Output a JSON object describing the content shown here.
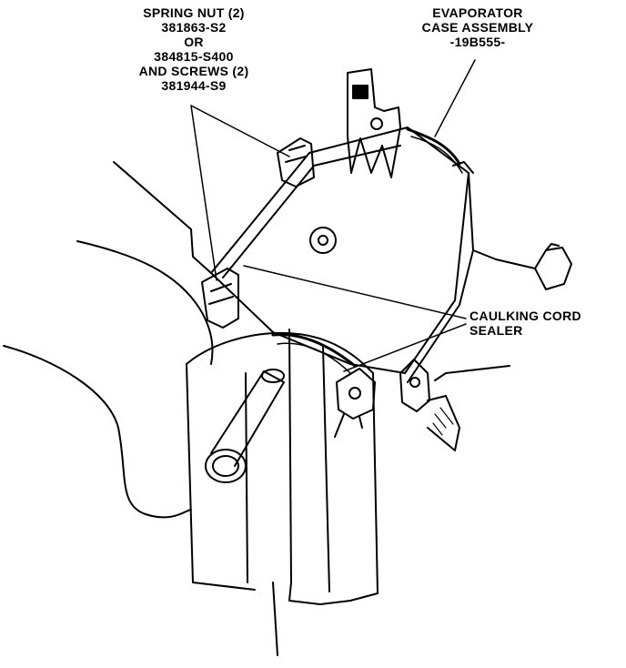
{
  "labels": {
    "spring_nut": {
      "line1": "SPRING NUT (2)",
      "line2": "381863-S2",
      "line3": "OR",
      "line4": "384815-S400",
      "line5": "AND SCREWS (2)",
      "line6": "381944-S9"
    },
    "evaporator": {
      "line1": "EVAPORATOR",
      "line2": "CASE ASSEMBLY",
      "line3": "-19B555-"
    },
    "caulking": {
      "line1": "CAULKING CORD",
      "line2": "SEALER"
    }
  },
  "colors": {
    "ink": "#000000",
    "paper": "#ffffff"
  }
}
